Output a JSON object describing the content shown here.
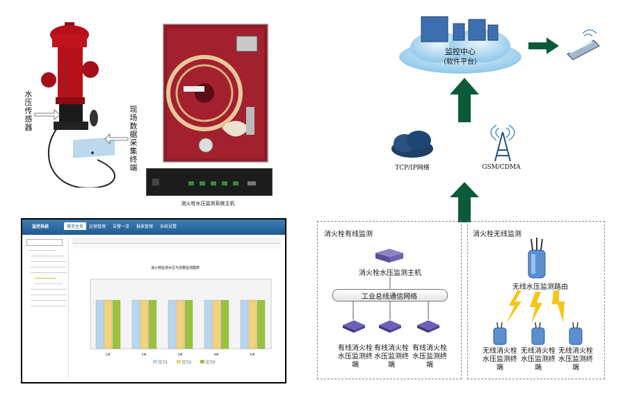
{
  "hydrant": {
    "pressure_sensor_label": "水压传感器",
    "collector_label": "现场数据采集终端"
  },
  "cabinet": {
    "host_caption": "消火栓水压监测系统主机"
  },
  "software": {
    "app_title": "监控系统",
    "tabs": [
      "首页主页",
      "运营管理",
      "告警一览",
      "报表管理",
      "系统设置"
    ],
    "chart_title": "消火栓监测水压与流量监测图表",
    "x_labels": [
      "1#",
      "2#",
      "3#",
      "4#",
      "5#"
    ],
    "legend": [
      "压力1",
      "压力2",
      "压力3"
    ]
  },
  "cloud_center": {
    "title": "监控中心",
    "subtitle": "（软件平台）"
  },
  "tcp_label": "TCP/IP网络",
  "gsm_label": "GSM/CDMA",
  "wired": {
    "section_title": "消火栓有线监测",
    "host_label": "消火栓水压监测主机",
    "bus_label": "工业总线通信网络",
    "terminals": [
      "有线消火栓水压监测终端",
      "有线消火栓水压监测终端",
      "有线消火栓水压监测终端"
    ]
  },
  "wireless": {
    "section_title": "消火栓无线监测",
    "router_label": "无线水压监测路由",
    "terminals": [
      "无线消火栓水压监测终端",
      "无线消火栓水压监测终端",
      "无线消火栓水压监测终端"
    ]
  },
  "colors": {
    "arrow_green": "#0b5a3a",
    "cloud_blue": "#a9d3ee",
    "hydrant_red": "#b8101a",
    "bar_blue": "#b7d6ee",
    "bar_yellow": "#f2d27a",
    "bar_green": "#9ac23c"
  }
}
